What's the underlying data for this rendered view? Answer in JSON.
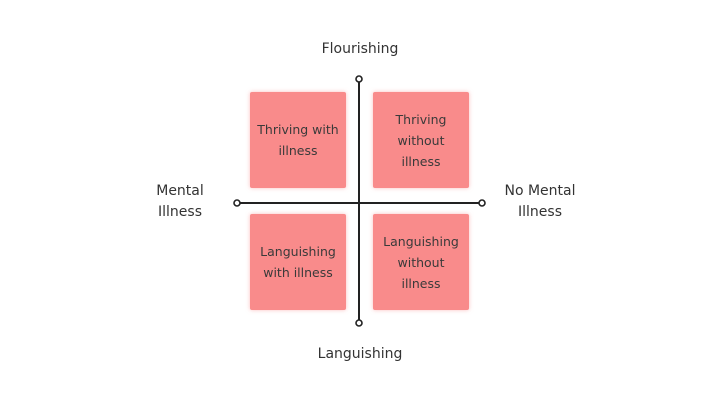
{
  "axes": {
    "top": "Flourishing",
    "bottom": "Languishing",
    "left": [
      "Mental",
      "Illness"
    ],
    "right": [
      "No Mental",
      "Illness"
    ]
  },
  "quadrants": {
    "top_left": [
      "Thriving with",
      "illness"
    ],
    "top_right": [
      "Thriving",
      "without",
      "illness"
    ],
    "bottom_left": [
      "Languishing",
      "with illness"
    ],
    "bottom_right": [
      "Languishing",
      "without",
      "illness"
    ]
  },
  "colors": {
    "quadrant_fill": "#f98b8b",
    "axis_line": "#222222",
    "text": "#333333"
  }
}
